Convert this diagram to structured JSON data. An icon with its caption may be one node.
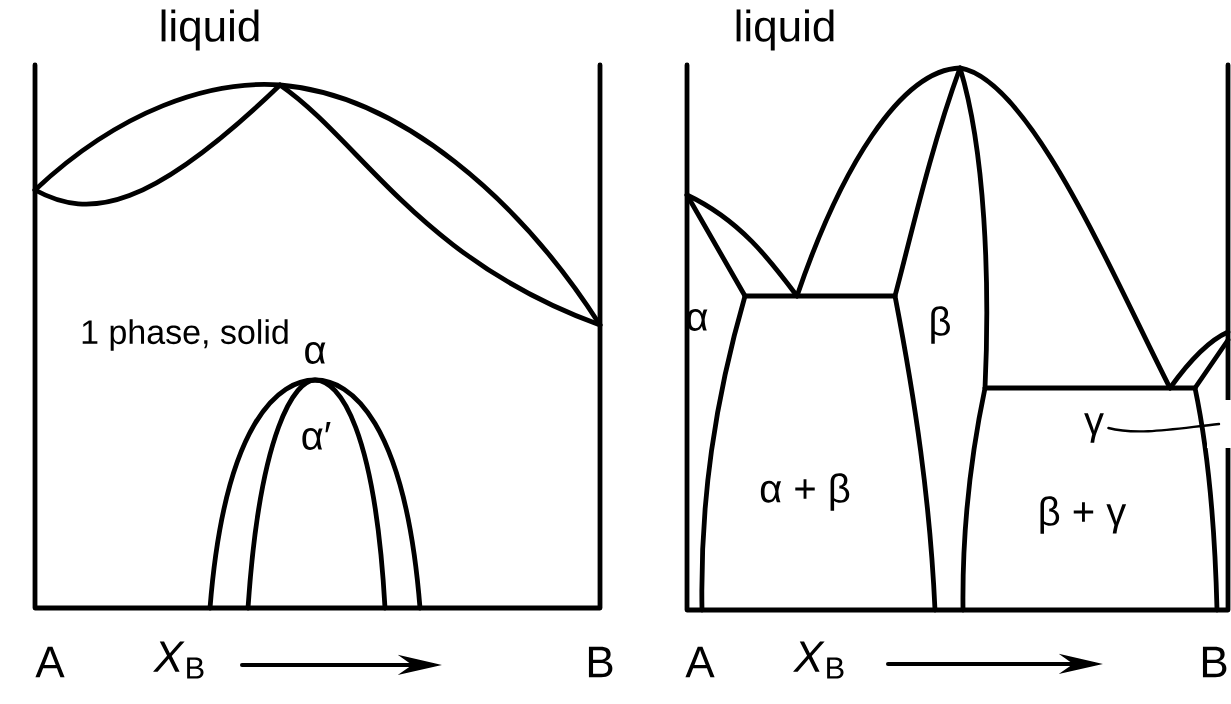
{
  "diagram": {
    "nodes": [
      {
        "text": [
          "γ"
        ]
      },
      {
        "text": [],
        "shape": "box"
      }
    ],
    "edges": [
      {
        "from": 0,
        "to": 1,
        "arrow": "none"
      }
    ],
    "labels": [
      "liquid",
      "1 phase, solid",
      "α",
      "α′",
      "A",
      "*X*$_{B}$",
      "B",
      "liquid",
      "α",
      "β",
      "α + β",
      "β + γ",
      "A",
      "*X*$_{B}$",
      "B"
    ]
  }
}
